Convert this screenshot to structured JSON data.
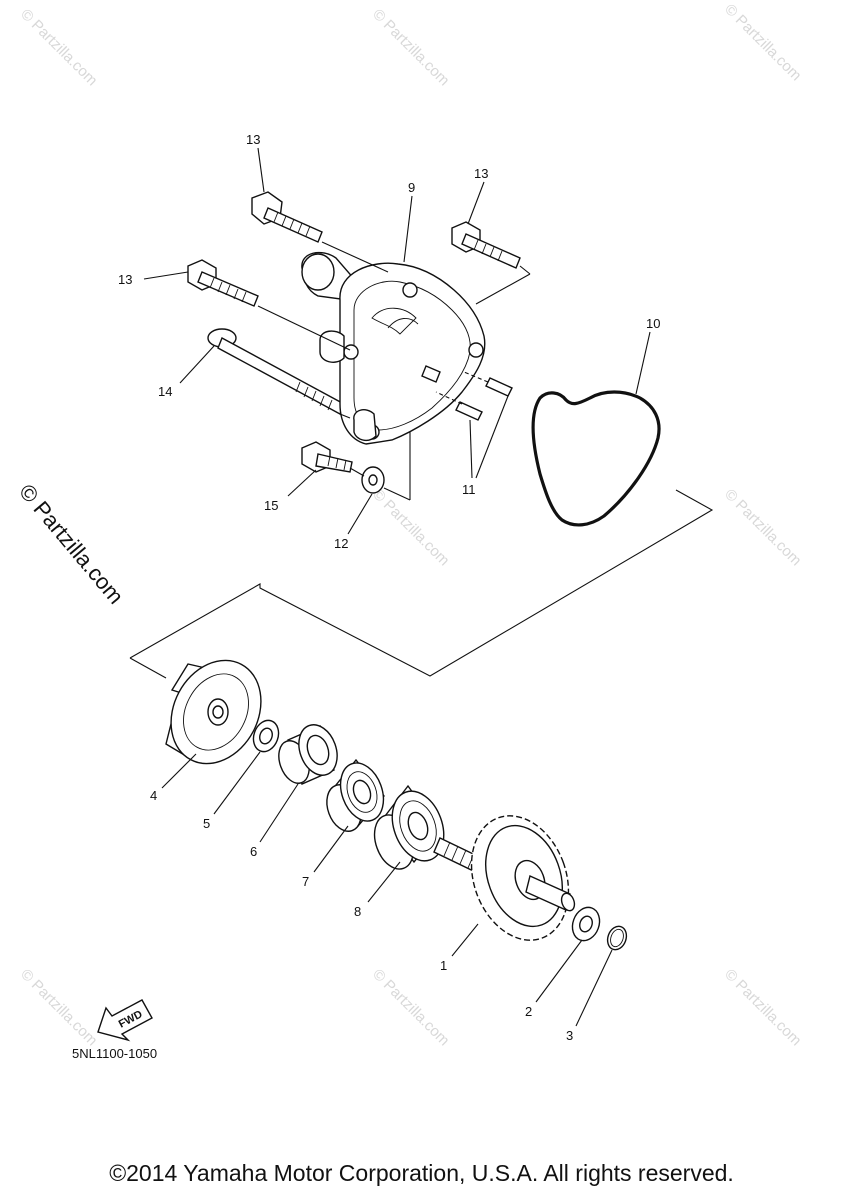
{
  "diagram": {
    "callouts": [
      "1",
      "2",
      "3",
      "4",
      "5",
      "6",
      "7",
      "8",
      "9",
      "10",
      "11",
      "12",
      "13",
      "13",
      "13",
      "14",
      "15"
    ],
    "part_code": "5NL1100-1050",
    "fwd_label": "FWD",
    "side_watermark": "© Partzilla.com",
    "tile_watermark": "© Partzilla.com",
    "copyright": "©2014 Yamaha Motor Corporation, U.S.A. All rights reserved."
  }
}
